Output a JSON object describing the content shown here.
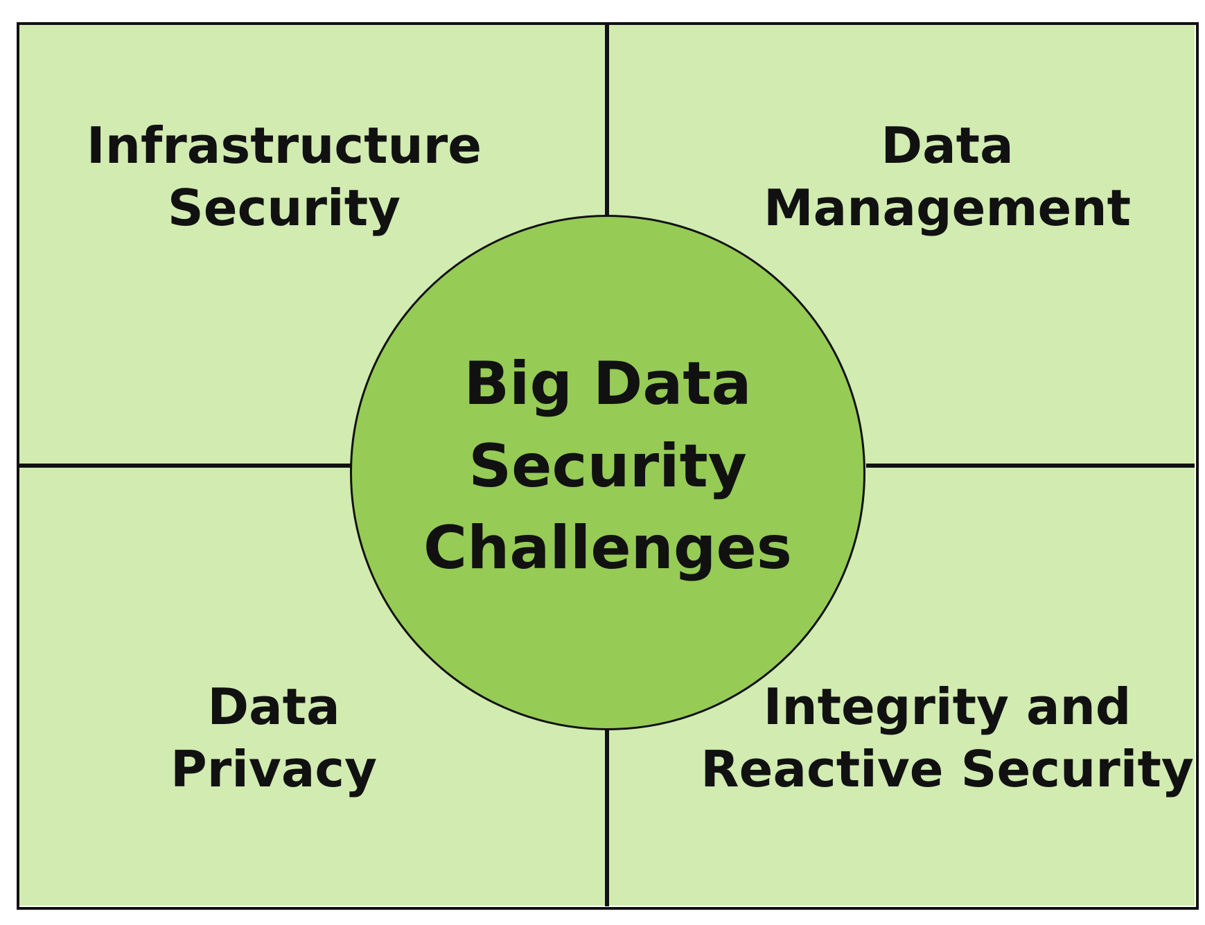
{
  "diagram": {
    "center": {
      "lines": [
        "Big Data",
        "Security",
        "Challenges"
      ]
    },
    "quadrants": {
      "top_left": {
        "lines": [
          "Infrastructure",
          "Security"
        ]
      },
      "top_right": {
        "lines": [
          "Data",
          "Management"
        ]
      },
      "bottom_left": {
        "lines": [
          "Data",
          "Privacy"
        ]
      },
      "bottom_right": {
        "lines": [
          "Integrity and",
          "Reactive Security"
        ]
      }
    },
    "colors": {
      "quadrant_fill": "#d1ebb1",
      "center_fill": "#96cb56",
      "line": "#111111"
    }
  }
}
